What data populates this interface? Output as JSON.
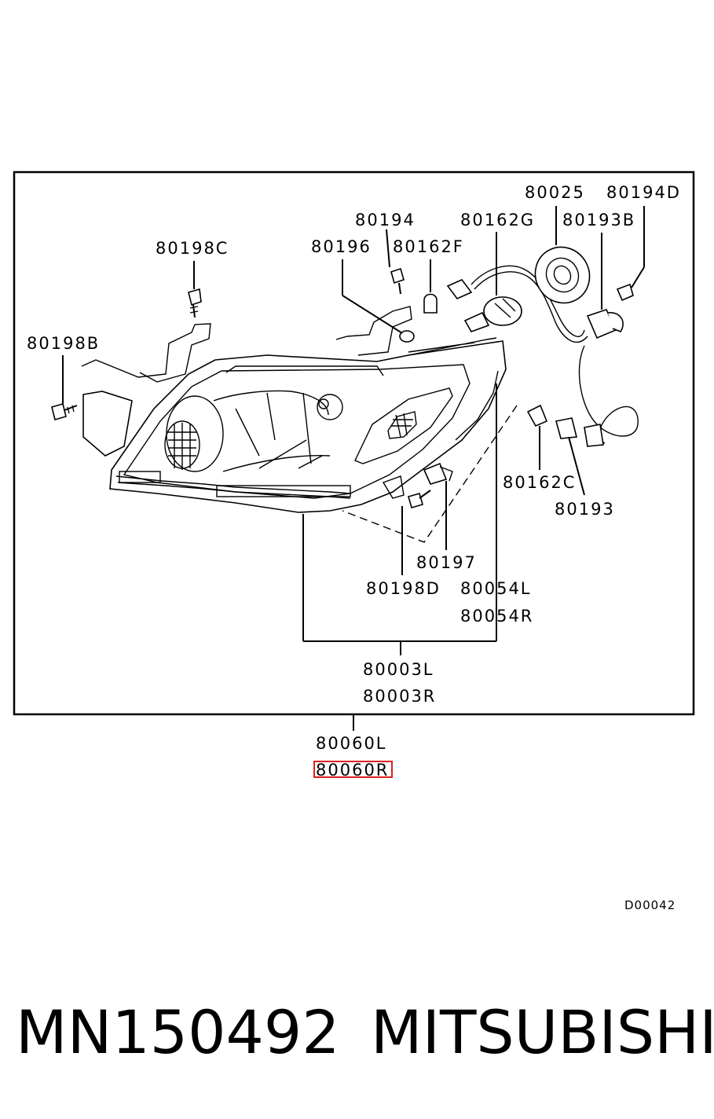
{
  "labels": {
    "p80025": "80025",
    "p80194D": "80194D",
    "p80194": "80194",
    "p80162G": "80162G",
    "p80193B": "80193B",
    "p80196": "80196",
    "p80162F": "80162F",
    "p80198C": "80198C",
    "p80198B": "80198B",
    "p80162C": "80162C",
    "p80193": "80193",
    "p80197": "80197",
    "p80198D": "80198D",
    "p80054L": "80054L",
    "p80054R": "80054R",
    "p80003L": "80003L",
    "p80003R": "80003R",
    "p80060L": "80060L",
    "p80060R": "80060R"
  },
  "diagram_code": "D00042",
  "part_number": "MN150492",
  "brand": "MITSUBISHI",
  "highlight_color": "#e02020"
}
